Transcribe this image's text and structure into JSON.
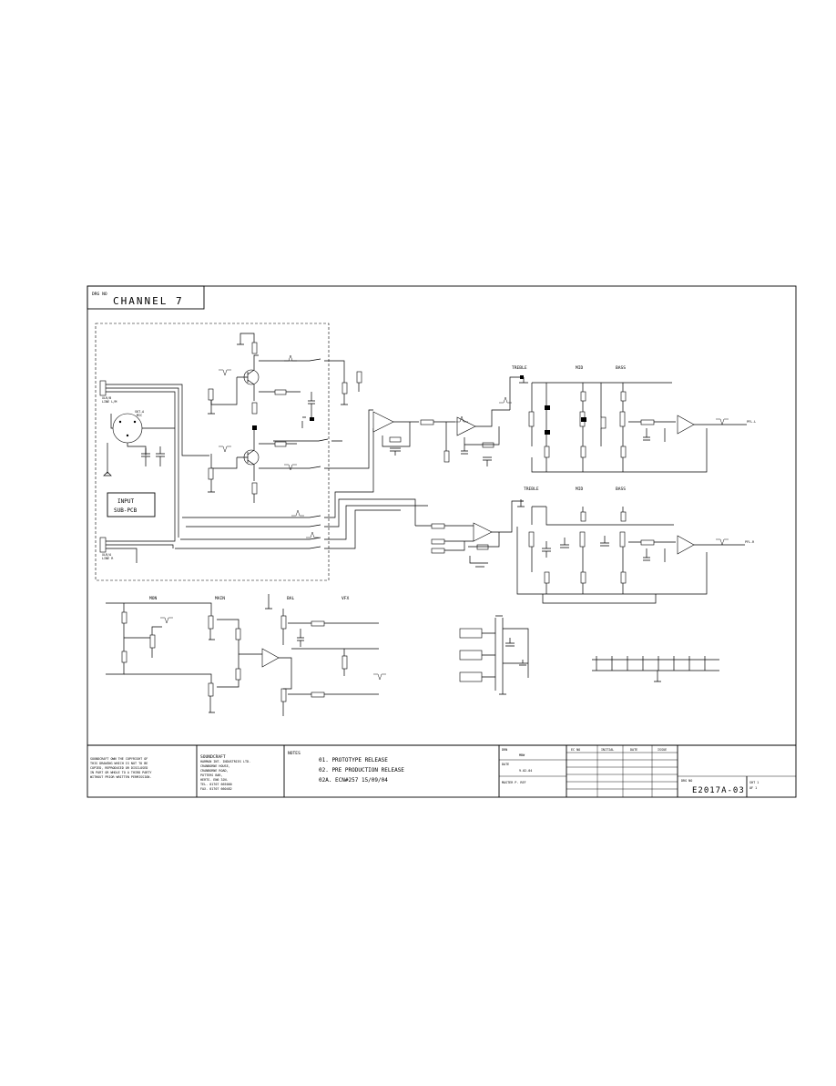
{
  "drawing": {
    "dwg_no_label": "DRG NO",
    "title": "CHANNEL 7"
  },
  "sub_pcb_label": [
    "INPUT",
    "SUB-PCB"
  ],
  "connectors": {
    "top_jack": [
      "XLR/B",
      "LINE L/M"
    ],
    "mic": [
      "SKT-A",
      "MIC"
    ],
    "bottom_jack": [
      "XLR/A",
      "LINE R"
    ]
  },
  "eq_sections": {
    "upper": {
      "treble": "TREBLE",
      "mid": "MID",
      "bass": "BASS",
      "out": "PFL-L"
    },
    "lower": {
      "treble": "TREBLE",
      "mid": "MID",
      "bass": "BASS",
      "out": "PFL-R"
    }
  },
  "mix_labels": {
    "mon": "MON",
    "main": "MAIN",
    "bal": "BAL",
    "vfx": "VFX"
  },
  "title_block": {
    "copyright": [
      "SOUNDCRAFT OWN THE COPYRIGHT OF",
      "THIS DRAWING WHICH IS NOT TO BE",
      "COPIED, REPRODUCED OR DISCLOSED",
      "IN PART OR WHOLE TO A THIRD PARTY",
      "WITHOUT PRIOR WRITTEN PERMISSION."
    ],
    "company": [
      "SOUNDCRAFT",
      "HARMAN INT. INDUSTRIES LTD.",
      "CRANBORNE HOUSE,",
      "CRANBORNE ROAD,",
      "POTTERS BAR,",
      "HERTS. EN6 3JN.",
      "TEL. 01707 665000",
      "FAX. 01707 660482"
    ],
    "notes_label": "NOTES",
    "notes": [
      "01. PROTOTYPE RELEASE",
      "02. PRE PRODUCTION RELEASE",
      "02A. ECN#257 15/09/04"
    ],
    "drn_label": "DRN",
    "drn_value": "MBW",
    "date_label": "DATE",
    "date_value": "9-02-04",
    "master": "MASTER P. REF",
    "rev_headers": [
      "EC NO",
      "INITIAL",
      "DATE",
      "ISSUE"
    ],
    "dwg_no_label": "DRG NO",
    "dwg_no": "E2017A-03",
    "sheet": [
      "SHT 1",
      "OF 1"
    ]
  }
}
